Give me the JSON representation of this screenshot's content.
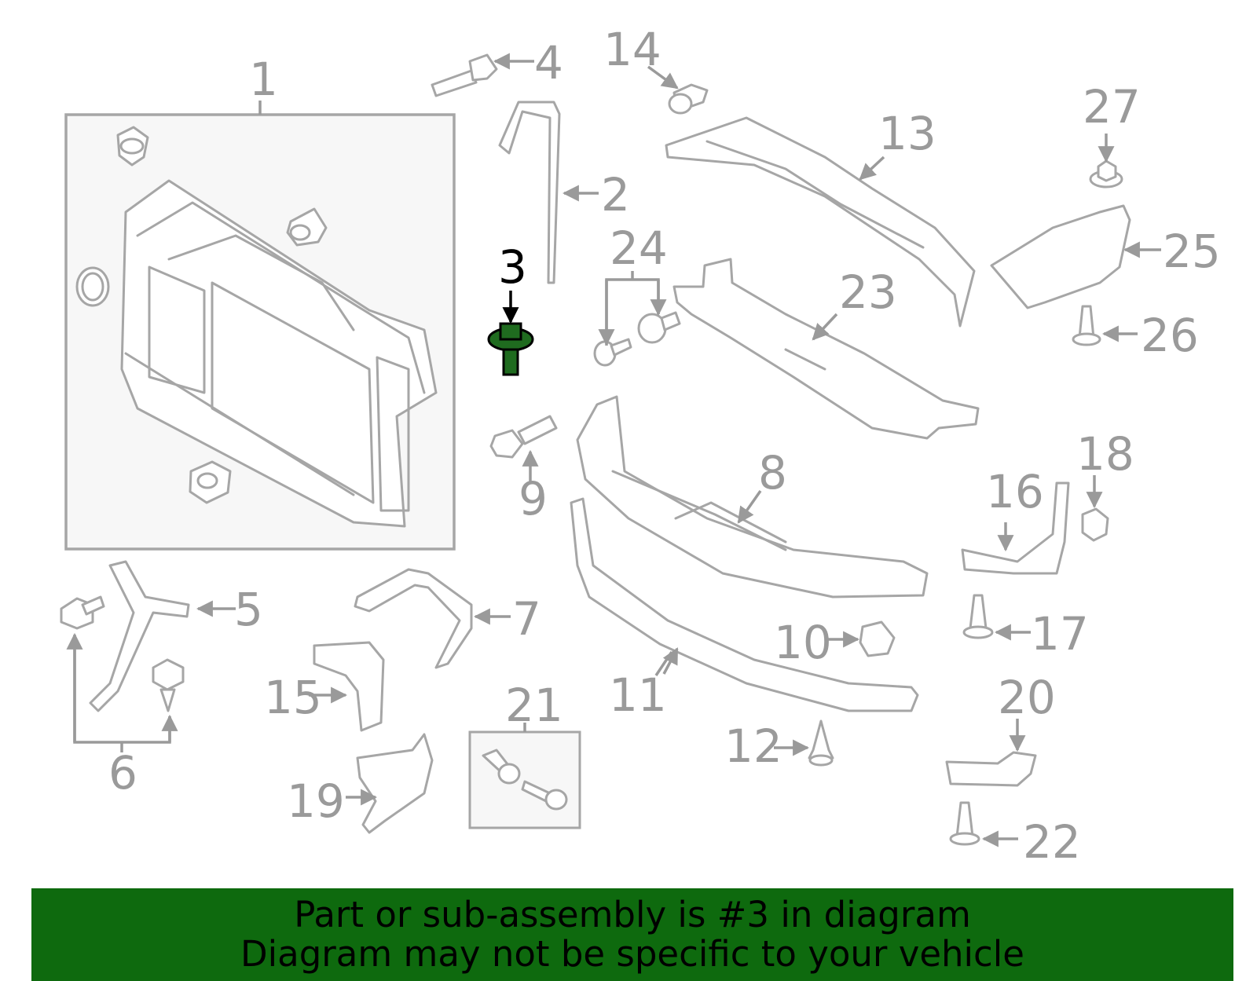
{
  "callouts": [
    "1",
    "2",
    "3",
    "4",
    "5",
    "6",
    "7",
    "8",
    "9",
    "10",
    "11",
    "12",
    "13",
    "14",
    "15",
    "16",
    "17",
    "18",
    "19",
    "20",
    "21",
    "22",
    "23",
    "24",
    "25",
    "26",
    "27"
  ],
  "highlighted_part": "3",
  "colors": {
    "highlight": "#1f6b1f",
    "banner": "#0e6a0e",
    "parts": "#a6a6a6",
    "labels": "#9a9a9a",
    "box_fill": "#f7f7f7"
  },
  "banner": {
    "line1": "Part or sub-assembly is #3 in diagram",
    "line2": "Diagram may not be specific to your vehicle"
  }
}
